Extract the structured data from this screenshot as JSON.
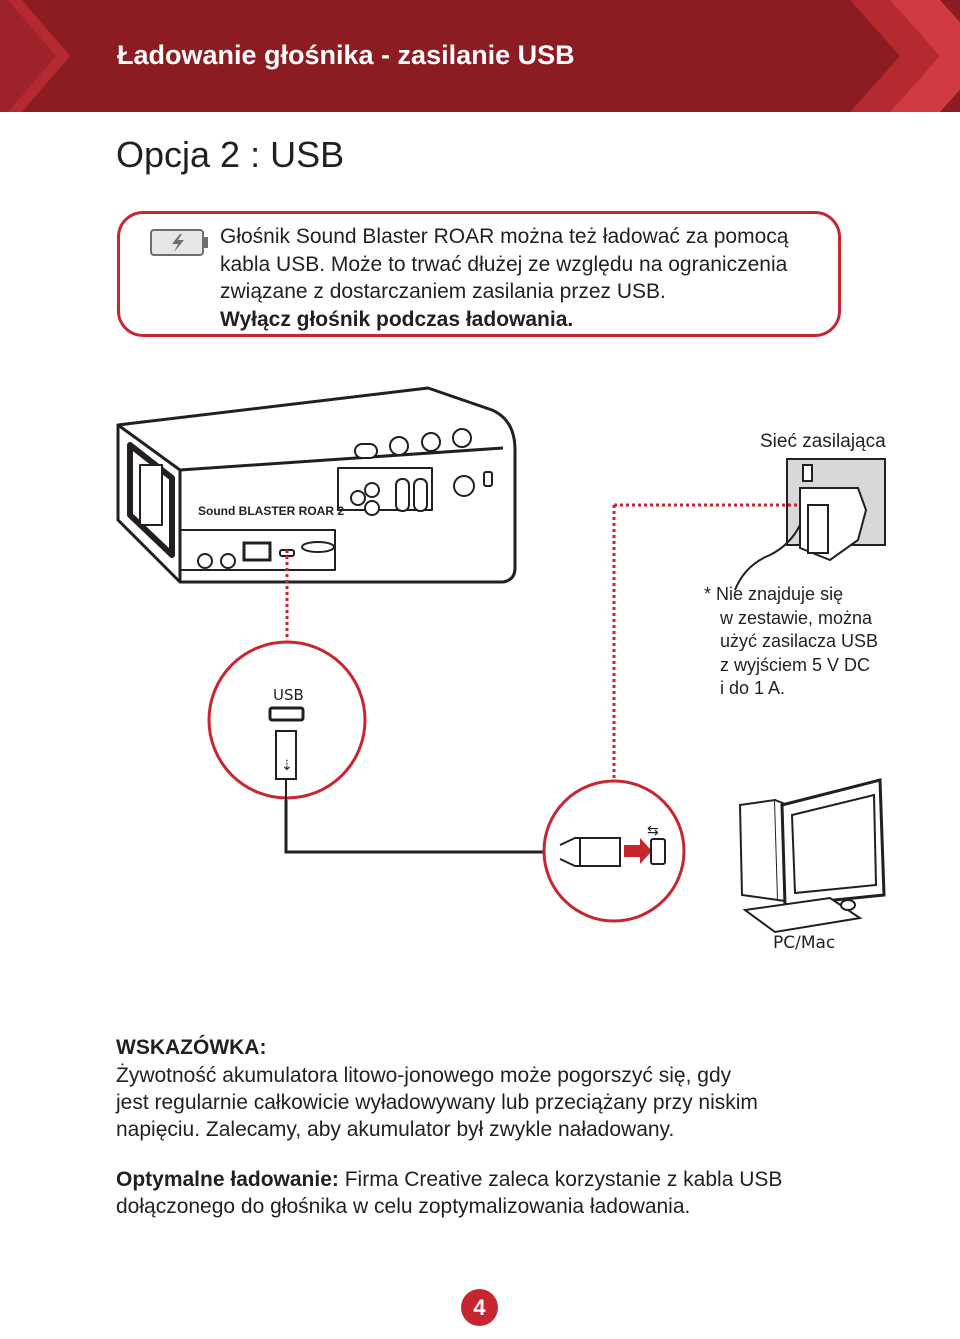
{
  "header": {
    "title": "Ładowanie głośnika - zasilanie USB"
  },
  "section": {
    "title": "Opcja 2 : USB"
  },
  "note": {
    "icon": "battery-charging-icon",
    "lines": [
      "Głośnik Sound Blaster ROAR można też ładować za pomocą",
      "kabla USB. Może to trwać dłużej ze względu na ograniczenia",
      "związane z dostarczaniem zasilania przez USB."
    ],
    "bold_line": "Wyłącz głośnik podczas ładowania."
  },
  "diagram": {
    "mains_label": "Sieć zasilająca",
    "footnote_lines": [
      "* Nie znajduje się",
      "w zestawie, można",
      "użyć zasilacza USB",
      "z wyjściem 5 V DC",
      "i do 1 A."
    ],
    "usb_label": "USB",
    "pc_label": "PC/Mac",
    "speaker_brand": "Sound BLASTER ROAR 2",
    "accent_color": "#c8262e"
  },
  "tip": {
    "heading": "WSKAZÓWKA:",
    "lines": [
      "Żywotność akumulatora litowo-jonowego może pogorszyć się, gdy",
      "jest regularnie całkowicie wyładowywany lub przeciążany przy niskim",
      "napięciu. Zalecamy, aby akumulator był zwykle naładowany."
    ]
  },
  "optimal": {
    "label": "Optymalne ładowanie:",
    "line1_rest": " Firma Creative zaleca korzystanie z kabla USB",
    "line2": "dołączonego do głośnika w celu zoptymalizowania ładowania."
  },
  "page": {
    "number": "4"
  },
  "colors": {
    "header_bg": "#8c1c22",
    "accent": "#c8262e",
    "text": "#231f20"
  }
}
